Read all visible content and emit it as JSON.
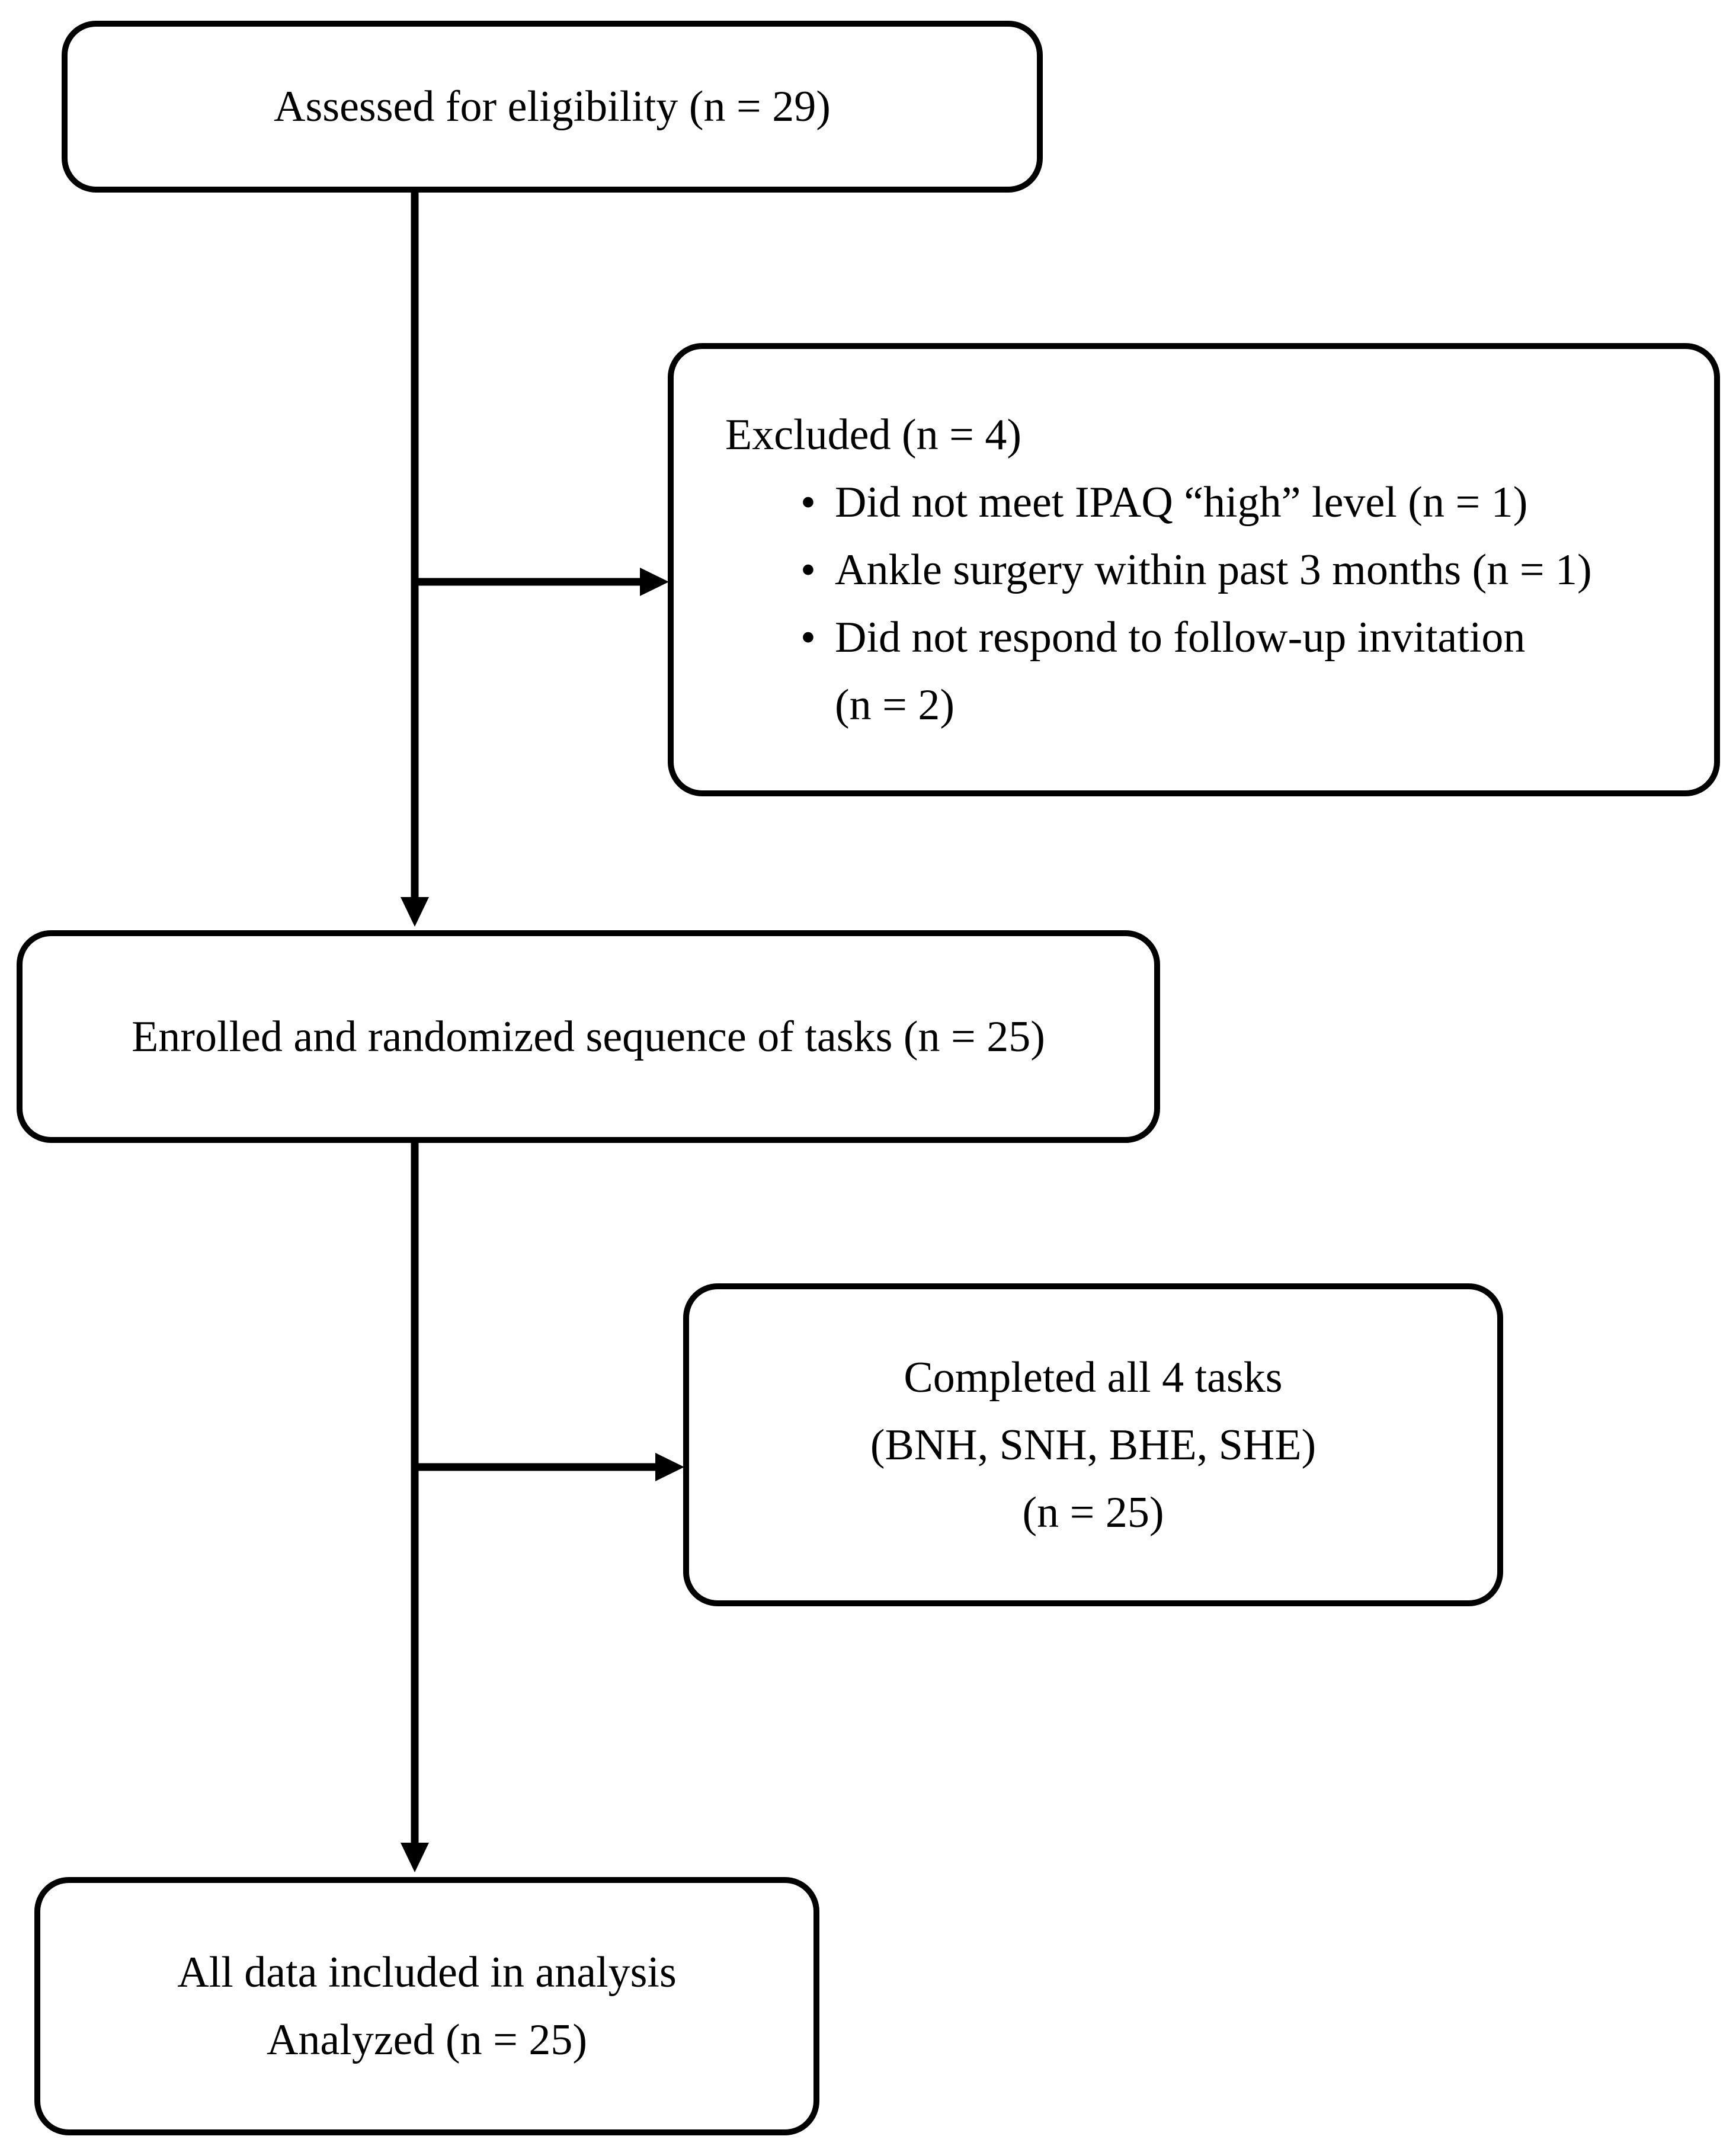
{
  "figure": {
    "type": "participant-flow-diagram",
    "background_color": "#ffffff",
    "line_color": "#000000",
    "bullet_glyph": "•"
  },
  "nodes": {
    "assessed": {
      "label": "Assessed for eligibility (n = 29)"
    },
    "excluded": {
      "title": "Excluded (n = 4)",
      "bullets": [
        {
          "lines": [
            "Did not meet IPAQ “high” level (n = 1)"
          ]
        },
        {
          "lines": [
            "Ankle surgery within past 3 months (n = 1)"
          ]
        },
        {
          "lines": [
            "Did not respond to follow-up invitation",
            "(n = 2)"
          ]
        }
      ]
    },
    "enrolled": {
      "label": "Enrolled and randomized sequence of tasks (n = 25)"
    },
    "completed": {
      "lines": [
        "Completed all 4 tasks",
        "(BNH, SNH, BHE, SHE)",
        "(n = 25)"
      ]
    },
    "analyzed": {
      "lines": [
        "All data included in analysis",
        "Analyzed (n = 25)"
      ]
    }
  }
}
